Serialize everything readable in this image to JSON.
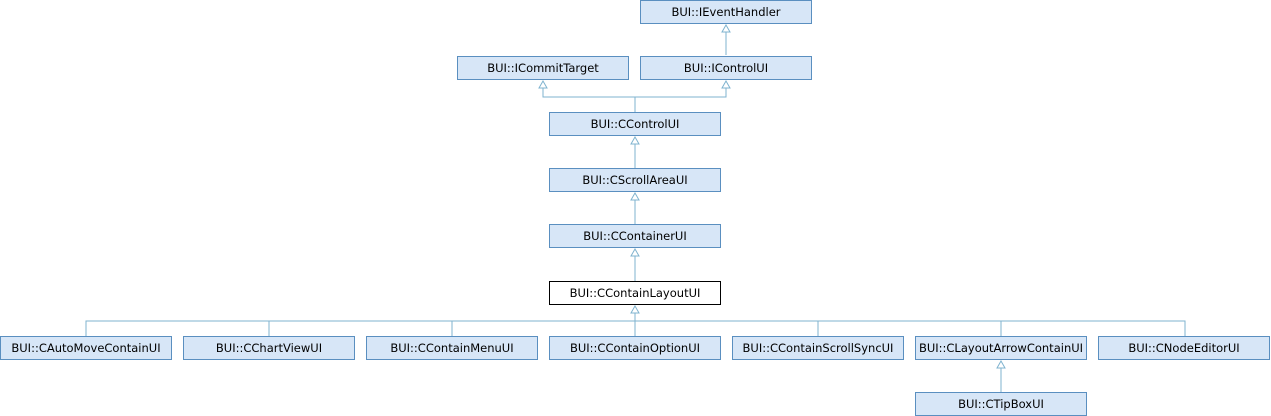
{
  "diagram": {
    "edge_color": "#7FB3CF",
    "node_fill": "#D7E6F7",
    "node_border": "#5A8FC0",
    "current_fill": "#FFFFFF",
    "current_border": "#000000",
    "nodes": {
      "ieventhandler": "BUI::IEventHandler",
      "icommittarget": "BUI::ICommitTarget",
      "icontrolui": "BUI::IControlUI",
      "ccontrolui": "BUI::CControlUI",
      "cscrollareaui": "BUI::CScrollAreaUI",
      "ccontainerui": "BUI::CContainerUI",
      "ccontainlayoutui": "BUI::CContainLayoutUI",
      "cautomovecontainui": "BUI::CAutoMoveContainUI",
      "cchartviewui": "BUI::CChartViewUI",
      "ccontainmenuui": "BUI::CContainMenuUI",
      "ccontainoptionui": "BUI::CContainOptionUI",
      "ccontainscrollsyncui": "BUI::CContainScrollSyncUI",
      "clayoutarrowcontainui": "BUI::CLayoutArrowContainUI",
      "cnodeeditorui": "BUI::CNodeEditorUI",
      "ctipboxui": "BUI::CTipBoxUI"
    }
  }
}
